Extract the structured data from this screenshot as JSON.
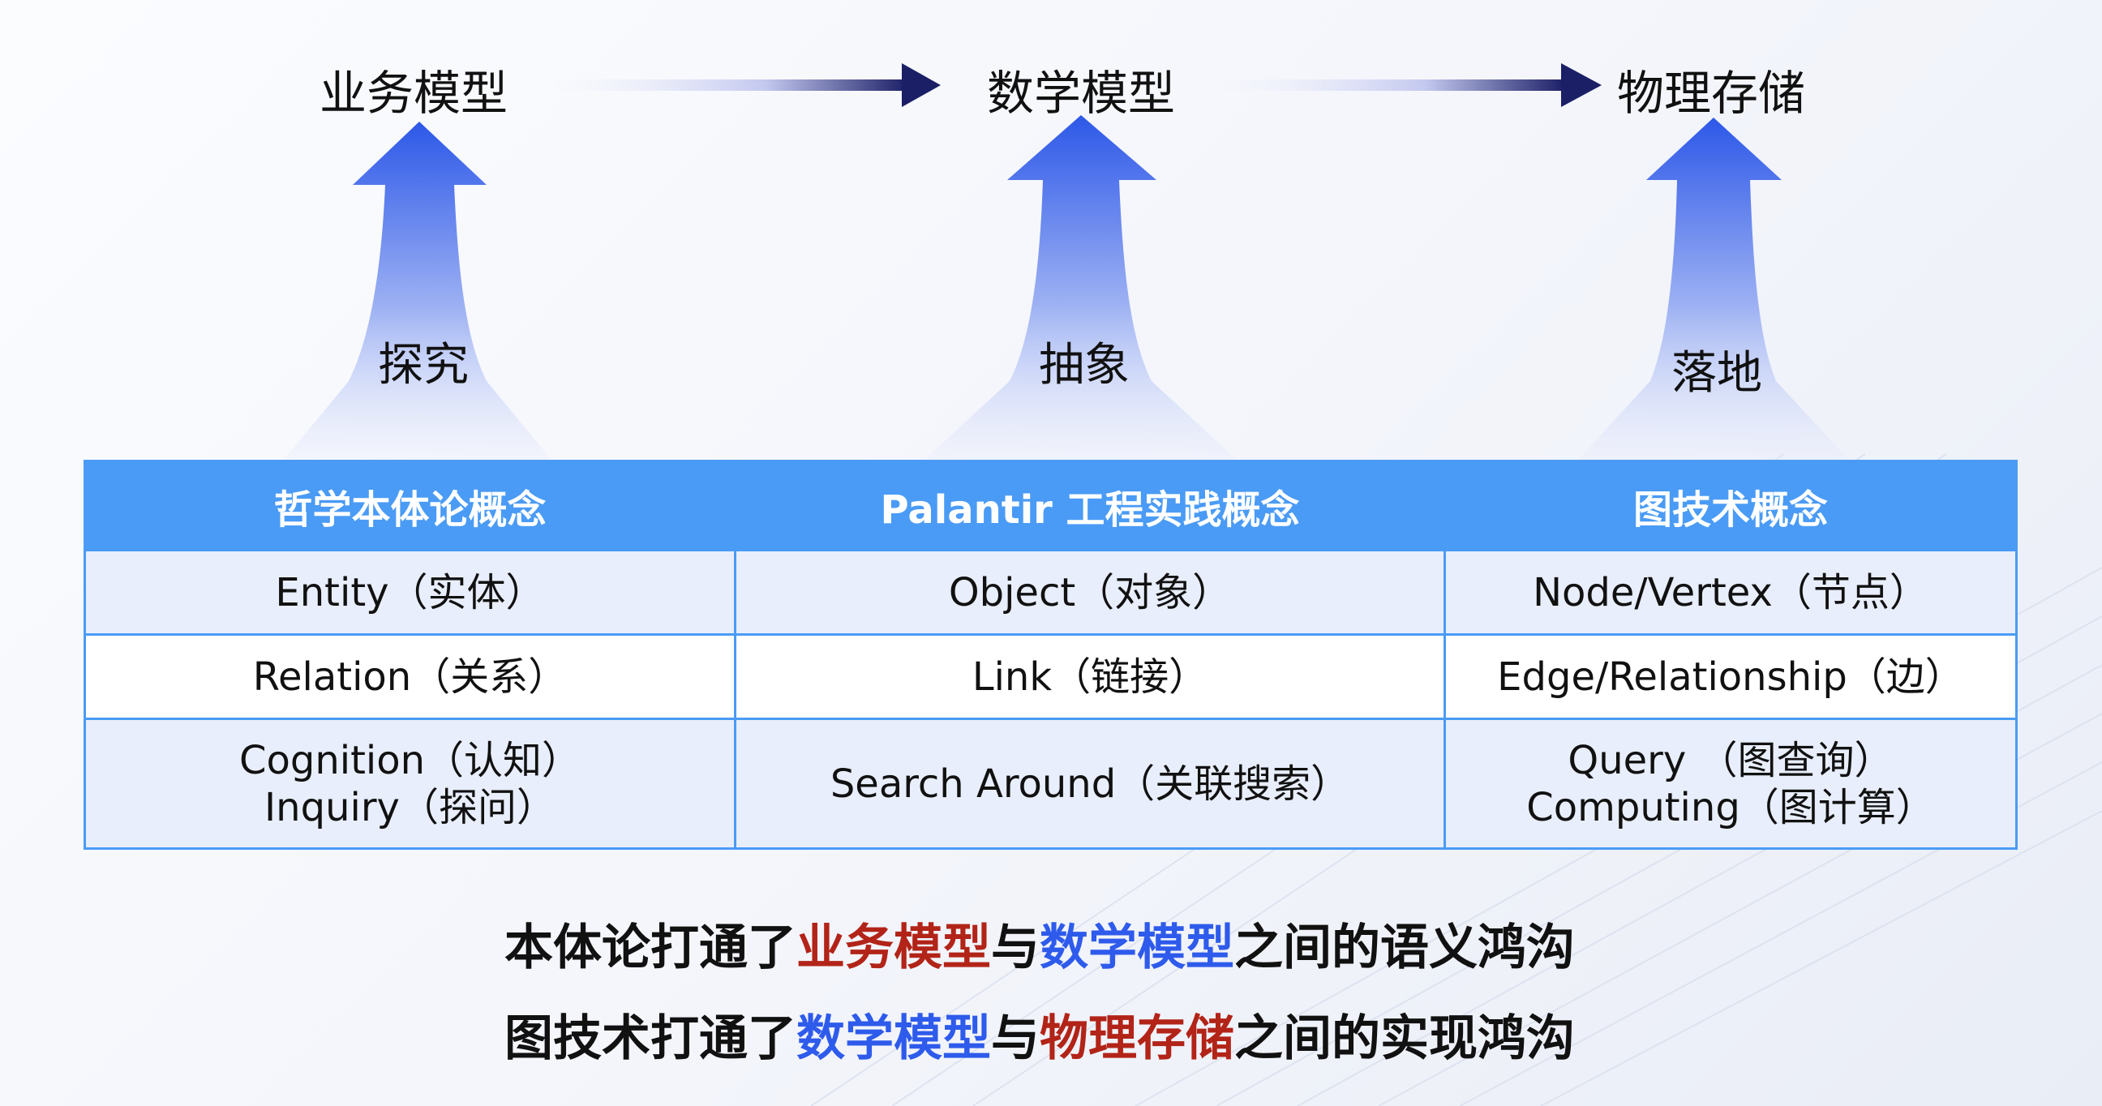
{
  "stages": [
    {
      "title": "业务模型",
      "verb": "探究"
    },
    {
      "title": "数学模型",
      "verb": "抽象"
    },
    {
      "title": "物理存储",
      "verb": "落地"
    }
  ],
  "table": {
    "headers": [
      "哲学本体论概念",
      "Palantir 工程实践概念",
      "图技术概念"
    ],
    "rows": [
      [
        "Entity（实体）",
        "Object（对象）",
        "Node/Vertex（节点）"
      ],
      [
        "Relation（关系）",
        "Link（链接）",
        "Edge/Relationship（边）"
      ],
      [
        [
          "Cognition（认知）",
          "Inquiry（探问）"
        ],
        [
          "Search Around（关联搜索）"
        ],
        [
          "Query （图查询）",
          "Computing（图计算）"
        ]
      ]
    ]
  },
  "summary": [
    {
      "a": "本体论打通了",
      "b": "业务模型",
      "c": "与",
      "d": "数学模型",
      "e": "之间的语义鸿沟"
    },
    {
      "a": "图技术打通了",
      "b": "数学模型",
      "c": "与",
      "d": "物理存储",
      "e": "之间的实现鸿沟"
    }
  ],
  "colors": {
    "accent": "#4a9bf5",
    "red": "#b22418",
    "blue": "#2e5beb"
  }
}
